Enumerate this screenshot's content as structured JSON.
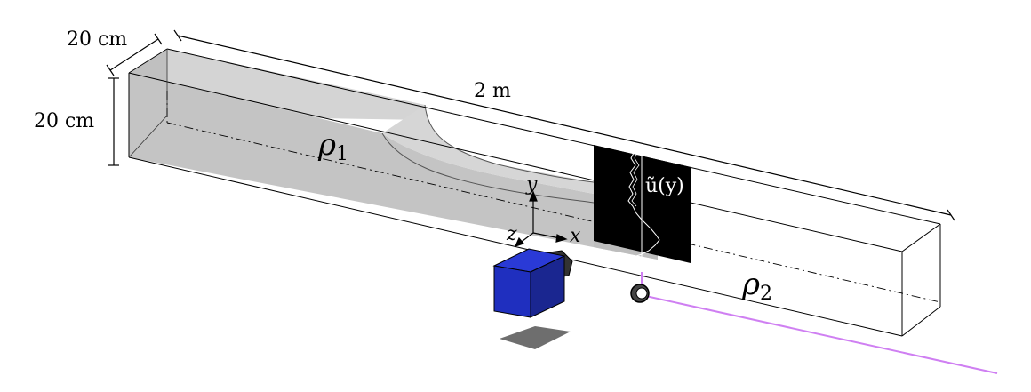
{
  "labels": {
    "width_dim": "20 cm",
    "height_dim": "20 cm",
    "length_dim": "2 m",
    "rho1_symbol": "ρ",
    "rho1_sub": "1",
    "rho2_symbol": "ρ",
    "rho2_sub": "2",
    "axis_x": "x",
    "axis_y": "y",
    "axis_z": "z",
    "profile_label": "ũ(y)"
  },
  "colors": {
    "heavy_fluid": "#c8c8c8",
    "camera_front": "#1f2fbf",
    "camera_side": "#1a2690",
    "camera_top": "#2a3ad6",
    "shadow": "#6e6e6e",
    "laser": "#cf7ff2",
    "screen": "#000000"
  },
  "icons": {
    "camera": "camera-icon",
    "laser_lens": "lens-icon"
  }
}
